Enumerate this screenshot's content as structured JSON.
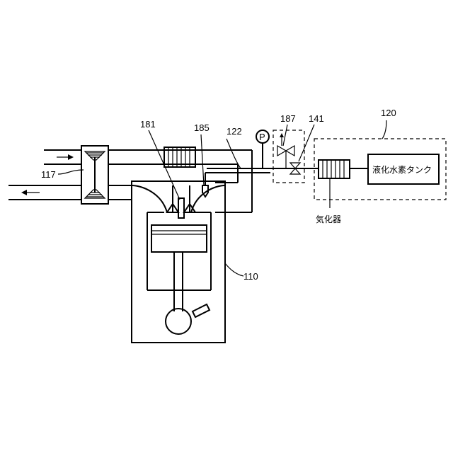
{
  "labels": {
    "turbo": "117",
    "engine": "110",
    "injector": "181",
    "sensor": "185",
    "line": "122",
    "valve_187": "187",
    "valve_141": "141",
    "system": "120",
    "pressure": "P",
    "vaporizer": "気化器",
    "tank": "液化水素タンク"
  }
}
